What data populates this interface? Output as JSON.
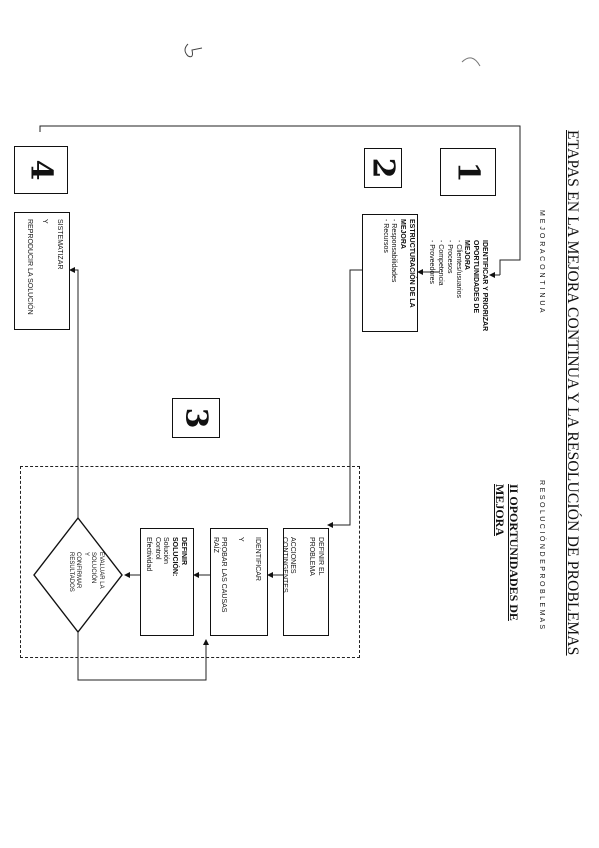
{
  "title": "ETAPAS EN LA MEJORA CONTINUA Y LA RESOLUCIÓN DE PROBLEMAS",
  "subtitle_left": "M E J O R A   C O N T I N U A",
  "subtitle_right": "R E S O L U C I Ó N   D E   P R O B L E M A S",
  "section_heading_line1": "II OPORTUNIDADES DE",
  "section_heading_line2": "MEJORA",
  "stage_numbers": [
    "1",
    "2",
    "3",
    "4"
  ],
  "step1": {
    "title": "IDENTIFICAR Y PRIORIZAR OPORTUNIDADES DE MEJORA",
    "items": [
      "- Clientes/usuarios",
      "- Procesos",
      "- Competencia",
      "- Proveedores"
    ]
  },
  "step2": {
    "title": "ESTRUCTURACIÓN DE LA MEJORA",
    "items": [
      "- Responsabilidades",
      "- Recursos"
    ]
  },
  "step3": {
    "box_a": [
      "DEFINIR EL PROBLEMA",
      "ACCIONES CONTINGENTES"
    ],
    "box_b": [
      "IDENTIFICAR",
      "Y",
      "PROBAR LAS CAUSAS RAÍZ"
    ],
    "box_c": [
      "DEFINIR SOLUCIÓN:",
      "Solución",
      "Control",
      "Efectividad"
    ],
    "decision": [
      "EVALUAR LA SOLUCIÓN",
      "Y",
      "CONFIRMAR RESULTADOS"
    ]
  },
  "step4": {
    "lines": [
      "SISTEMATIZAR",
      "Y",
      "REPRODUCIR LA SOLUCIÓN"
    ]
  }
}
